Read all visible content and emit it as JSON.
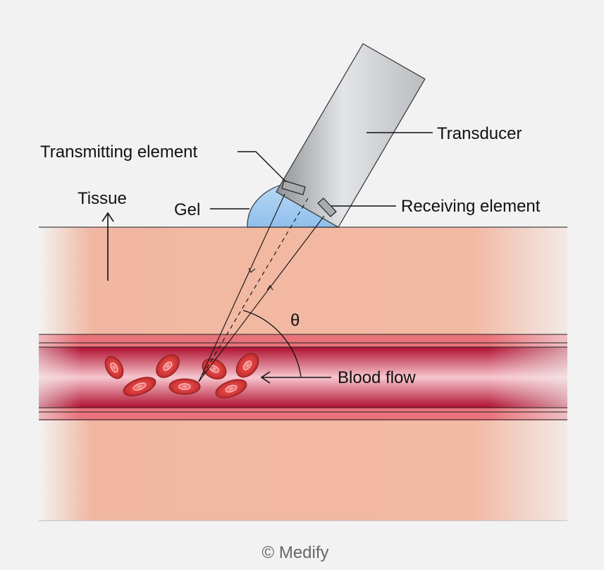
{
  "labels": {
    "transducer": "Transducer",
    "transmitting_element": "Transmitting element",
    "receiving_element": "Receiving element",
    "gel": "Gel",
    "tissue": "Tissue",
    "angle": "θ",
    "blood_flow": "Blood flow"
  },
  "credit": "© Medify",
  "colors": {
    "background": "#f2f2f2",
    "tissue": "#f2b9a3",
    "vessel_center": "#f7c6cf",
    "vessel_edge": "#b0102e",
    "red_cell": "#d83a3a",
    "gel": "#9ec9f0",
    "transducer": "#c9ccd0",
    "line": "#111111"
  }
}
